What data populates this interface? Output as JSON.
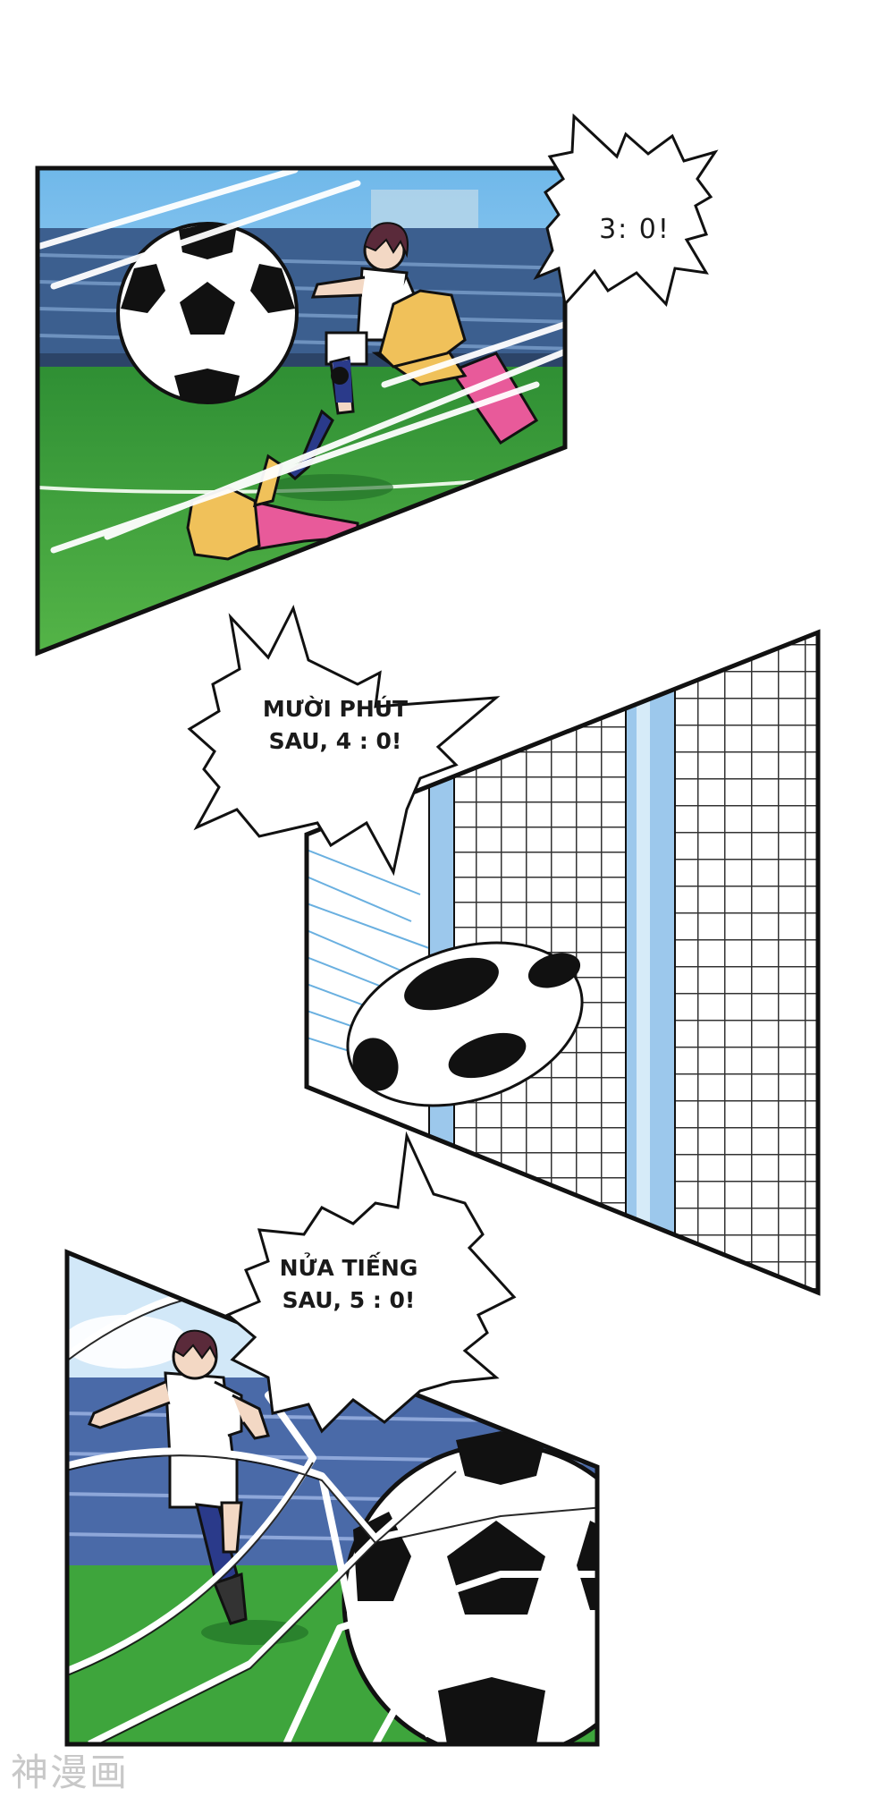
{
  "panels": [
    {
      "id": 1,
      "bubble_text": "3: 0!"
    },
    {
      "id": 2,
      "bubble_text": "MƯỜI PHÚT\nSAU, 4 : 0!"
    },
    {
      "id": 3,
      "bubble_text": "NỬA TIẾNG\nSAU, 5 : 0!"
    }
  ],
  "watermark": "神漫画",
  "colors": {
    "sky": "#8cc8ec",
    "stands": "#3c5f8f",
    "grass": "#3ea53c",
    "glove": "#f0c15a",
    "sleeve": "#e85a9a",
    "jersey": "#ffffff",
    "sock": "#2a3a8a",
    "hair": "#5a2a3a",
    "net_post": "#9cc8ec",
    "outline": "#111111"
  }
}
